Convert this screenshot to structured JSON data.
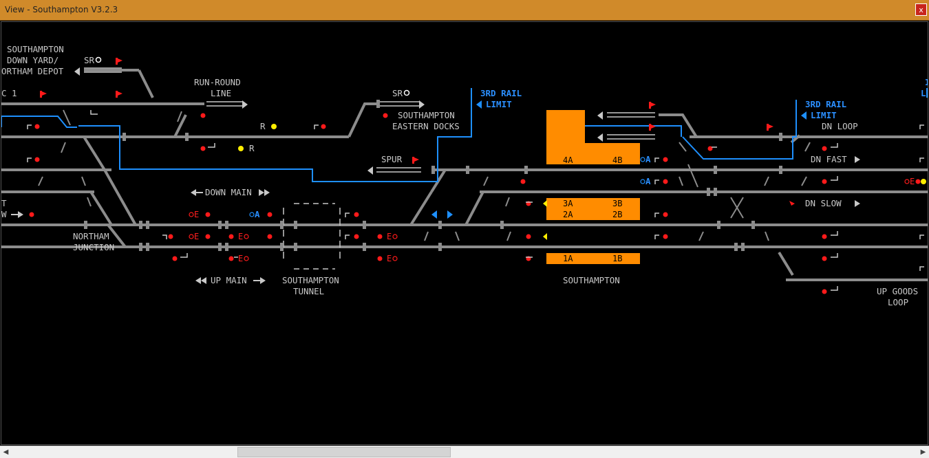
{
  "window": {
    "title": "View - Southampton V3.2.3",
    "close_label": "x"
  },
  "labels": {
    "southampton_down_yard": [
      "SOUTHAMPTON",
      "DOWN YARD/",
      "ORTHAM DEPOT"
    ],
    "run_round_line": [
      "RUN-ROUND",
      "LINE"
    ],
    "c1": "C 1",
    "sr_left": "SR",
    "sr_right": "SR",
    "eastern_docks": [
      "SOUTHAMPTON",
      "EASTERN DOCKS"
    ],
    "third_rail_limit_1": [
      "3RD RAIL",
      "LIMIT"
    ],
    "third_rail_limit_2": [
      "3RD RAIL",
      "LIMIT"
    ],
    "third_rail_edge": [
      "I",
      "LI"
    ],
    "r1": "R",
    "r2": "R",
    "spur": "SPUR",
    "down_main": "DOWN MAIN",
    "up_main": "UP MAIN",
    "northam_junction": [
      "NORTHAM",
      "JUNCTION"
    ],
    "southampton_tunnel": [
      "SOUTHAMPTON",
      "TUNNEL"
    ],
    "southampton": "SOUTHAMPTON",
    "dn_loop": "DN LOOP",
    "dn_fast": "DN FAST",
    "dn_slow": "DN SLOW",
    "up_goods_loop": [
      "UP GOODS",
      "LOOP"
    ],
    "edge_t": "T",
    "edge_w": "W",
    "sig_e": "E",
    "sig_a": "A"
  },
  "platforms": {
    "p4a": "4A",
    "p4b": "4B",
    "p3a": "3A",
    "p3b": "3B",
    "p2a": "2A",
    "p2b": "2B",
    "p1a": "1A",
    "p1b": "1B"
  },
  "colors": {
    "track": "#8c8c8c",
    "signal_red": "#ff1a1a",
    "signal_yellow": "#ffee00",
    "third_rail": "#1e90ff",
    "platform": "#ff8c00",
    "text": "#c8c8c8"
  },
  "scrollbar": {
    "left_arrow": "◀",
    "right_arrow": "▶"
  }
}
